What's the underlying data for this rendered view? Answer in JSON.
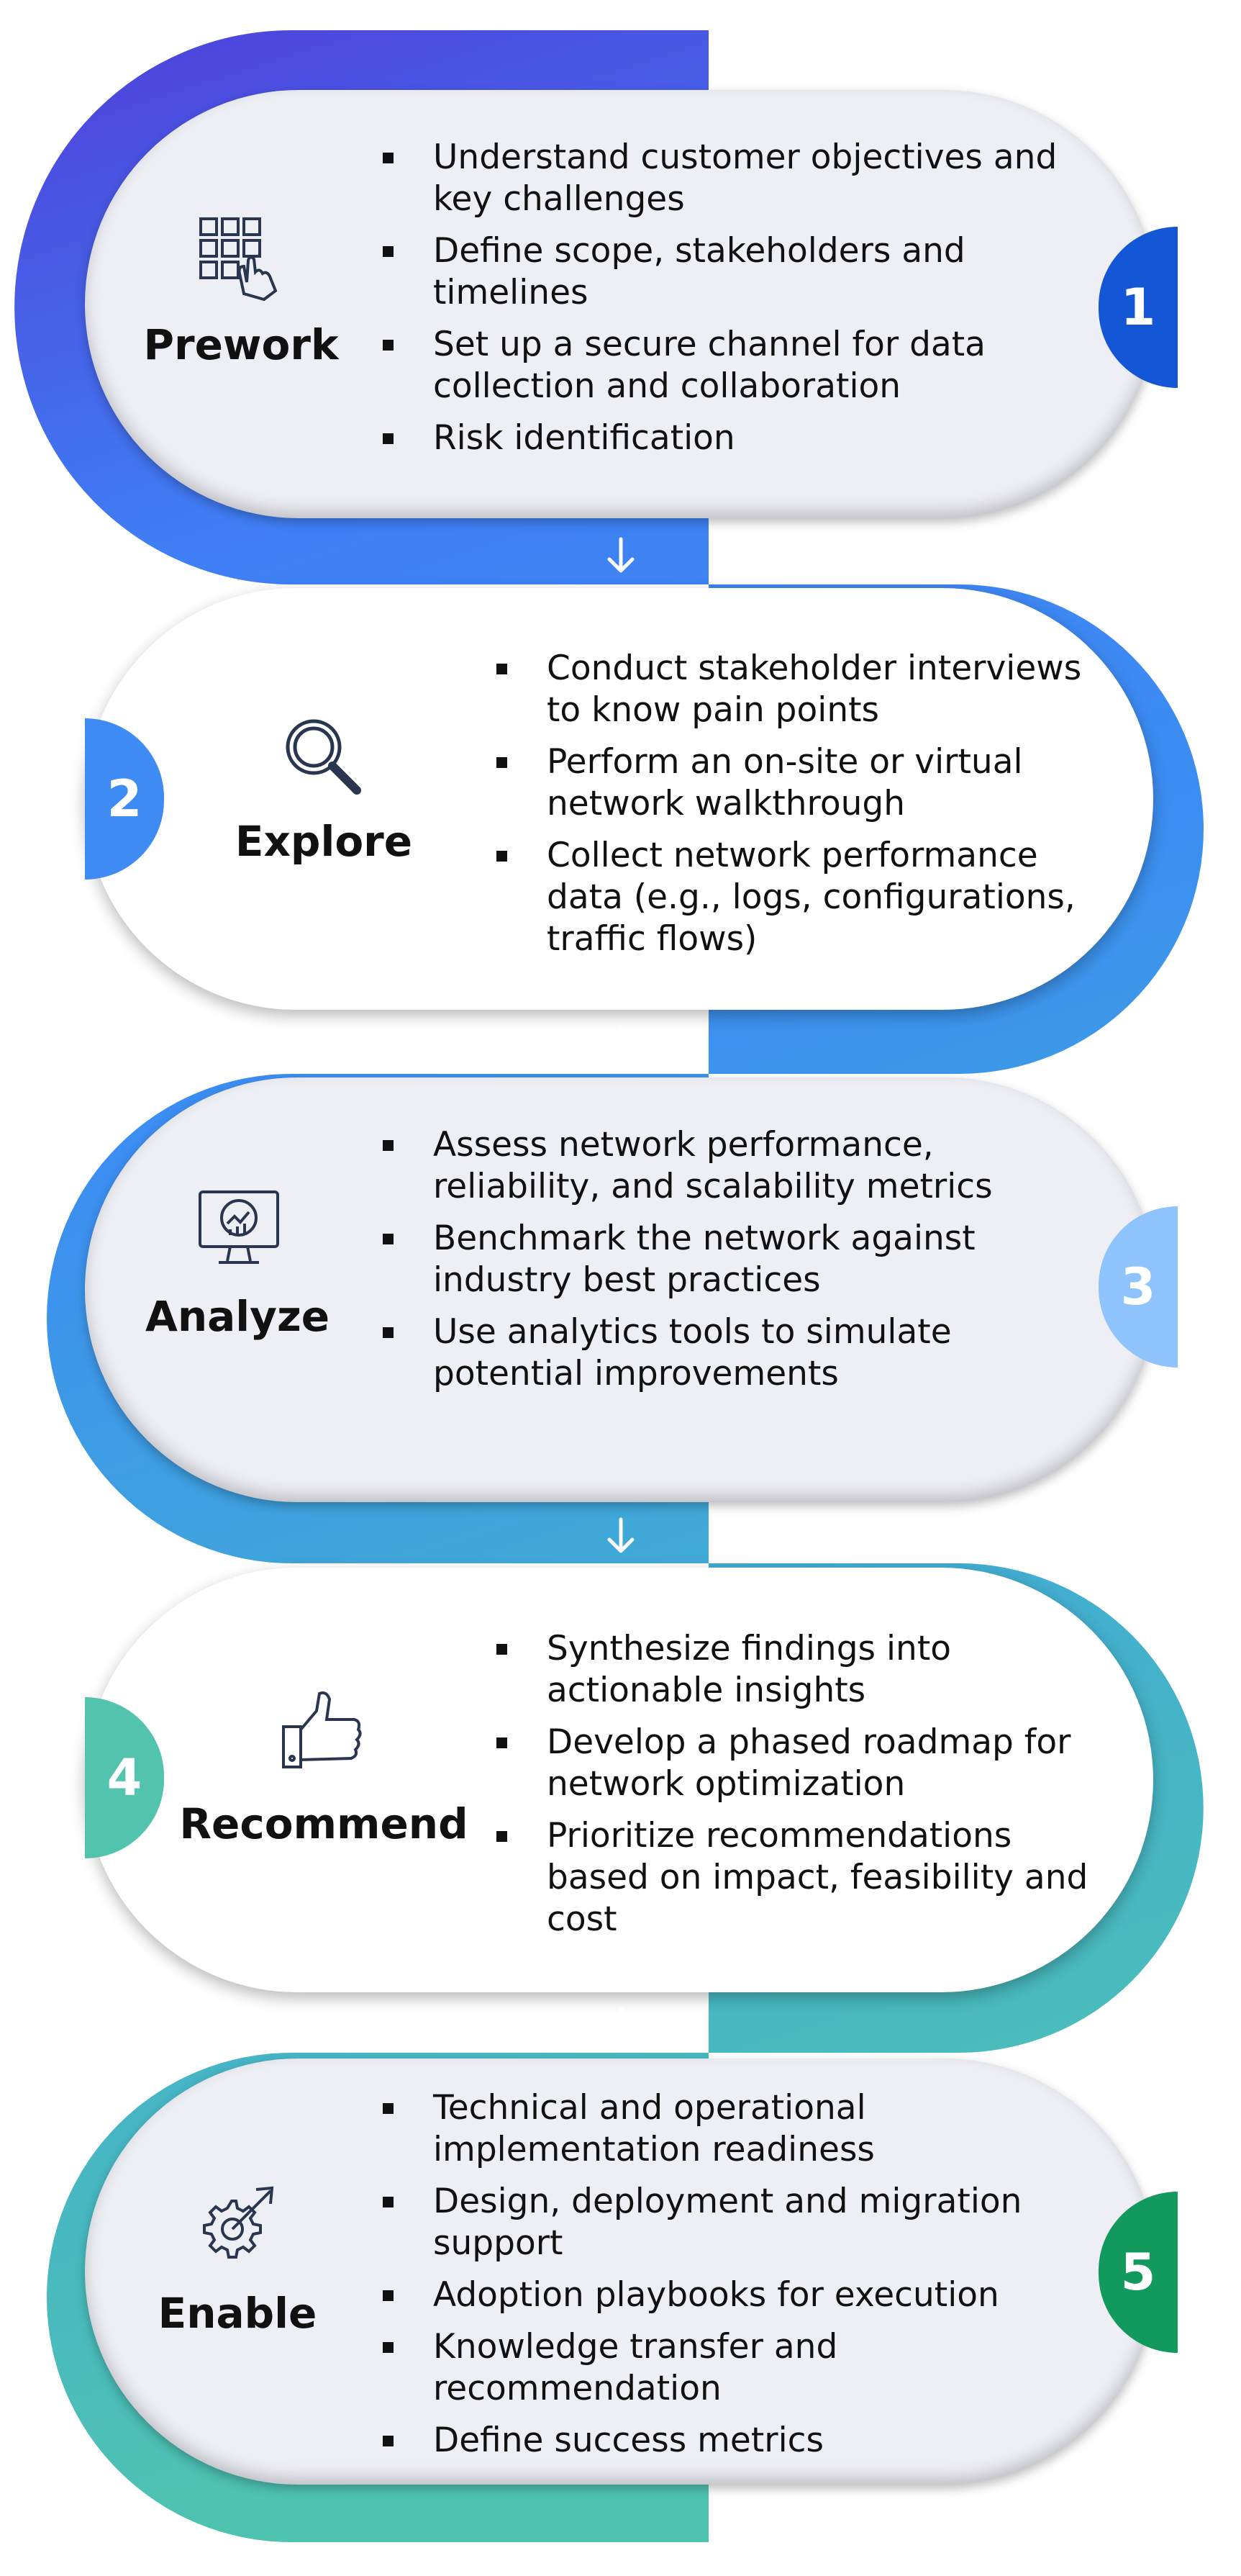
{
  "colors": {
    "band_top": "#4f3fd9",
    "band_mid": "#3c8ef2",
    "band_bottom": "#4ec3b0",
    "badge1": "#1356d6",
    "badge2": "#3e8cf3",
    "badge3": "#8fc3fb",
    "badge4": "#52c4ad",
    "badge5": "#11995e"
  },
  "steps": [
    {
      "number": "1",
      "title": "Prework",
      "icon": "keypad-touch-icon",
      "bullets": [
        "Understand customer objectives and key challenges",
        "Define scope, stakeholders and timelines",
        "Set up a secure channel for data collection and collaboration",
        "Risk identification"
      ]
    },
    {
      "number": "2",
      "title": "Explore",
      "icon": "magnifier-icon",
      "bullets": [
        "Conduct stakeholder interviews to know pain points",
        "Perform an on-site or virtual network walkthrough",
        "Collect network performance data (e.g., logs, configurations, traffic flows)"
      ]
    },
    {
      "number": "3",
      "title": "Analyze",
      "icon": "monitor-chart-icon",
      "bullets": [
        "Assess network performance, reliability, and scalability metrics",
        "Benchmark the network against industry best practices",
        "Use analytics tools to simulate potential improvements"
      ]
    },
    {
      "number": "4",
      "title": "Recommend",
      "icon": "thumbs-up-icon",
      "bullets": [
        "Synthesize findings into actionable insights",
        "Develop a phased roadmap for network optimization",
        "Prioritize recommendations based on impact, feasibility and cost"
      ]
    },
    {
      "number": "5",
      "title": "Enable",
      "icon": "gear-arrow-icon",
      "bullets": [
        "Technical and operational implementation readiness",
        "Design, deployment and migration support",
        "Adoption playbooks for execution",
        "Knowledge transfer and recommendation",
        "Define success metrics"
      ]
    }
  ]
}
